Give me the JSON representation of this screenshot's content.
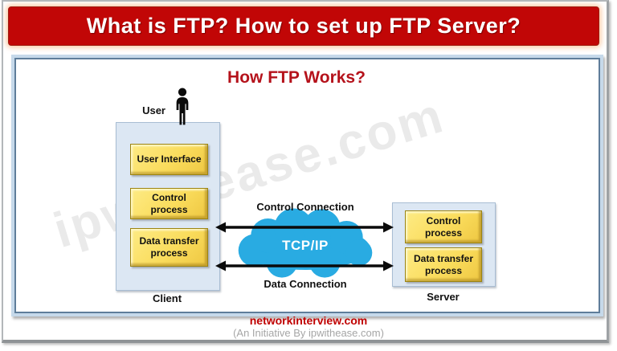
{
  "banner": {
    "title": "What is FTP? How to set up FTP Server?"
  },
  "diagram": {
    "title": "How FTP Works?",
    "user_label": "User",
    "client": {
      "label": "Client",
      "boxes": [
        "User Interface",
        "Control process",
        "Data transfer process"
      ]
    },
    "server": {
      "label": "Server",
      "boxes": [
        "Control process",
        "Data transfer process"
      ]
    },
    "cloud_label": "TCP/IP",
    "control_connection_label": "Control Connection",
    "data_connection_label": "Data Connection",
    "watermark": "ipwithease.com",
    "icons": {
      "user": "user-icon",
      "cloud": "tcp-ip-cloud-icon"
    }
  },
  "footer": {
    "site": "networkinterview.com",
    "initiative": "(An Initiative By ipwithease.com)"
  },
  "colors": {
    "banner_red": "#C10606",
    "title_red": "#B5121B",
    "cloud_blue": "#29ABE2",
    "process_yellow": "#FADC5C",
    "panel_blue": "#DCE7F3",
    "footer_red": "#C00000",
    "footer_gray": "#A6A6A6"
  }
}
